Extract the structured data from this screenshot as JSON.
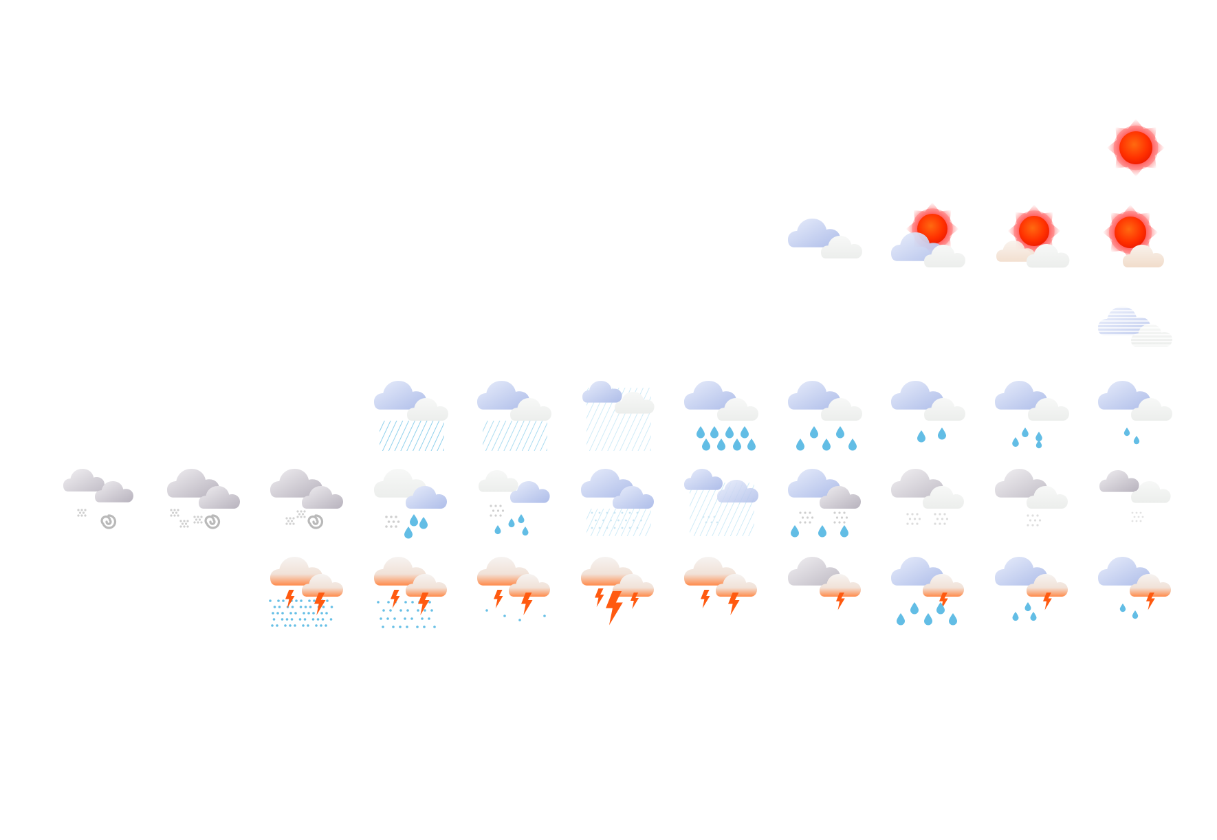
{
  "icons": [
    {
      "row": 0,
      "col": 10,
      "type": "sun-icon"
    },
    {
      "row": 1,
      "col": 7,
      "type": "cloudy-icon"
    },
    {
      "row": 1,
      "col": 8,
      "type": "mostly-cloudy-sun-icon"
    },
    {
      "row": 1,
      "col": 9,
      "type": "partly-cloudy-sun-icon"
    },
    {
      "row": 1,
      "col": 10,
      "type": "mostly-sunny-icon"
    },
    {
      "row": 2,
      "col": 10,
      "type": "fog-icon"
    },
    {
      "row": 3,
      "col": 3,
      "type": "heavy-rain-icon"
    },
    {
      "row": 3,
      "col": 4,
      "type": "rain-streaks-icon"
    },
    {
      "row": 3,
      "col": 5,
      "type": "light-rain-streaks-icon"
    },
    {
      "row": 3,
      "col": 6,
      "type": "heavy-rain-drops-icon"
    },
    {
      "row": 3,
      "col": 7,
      "type": "rain-drops-icon"
    },
    {
      "row": 3,
      "col": 8,
      "type": "light-rain-drops-icon"
    },
    {
      "row": 3,
      "col": 9,
      "type": "drizzle-icon"
    },
    {
      "row": 3,
      "col": 10,
      "type": "light-drizzle-icon"
    },
    {
      "row": 4,
      "col": 0,
      "type": "snow-wind-light-icon"
    },
    {
      "row": 4,
      "col": 1,
      "type": "snow-wind-icon"
    },
    {
      "row": 4,
      "col": 2,
      "type": "snow-wind-moderate-icon"
    },
    {
      "row": 4,
      "col": 3,
      "type": "sleet-icon"
    },
    {
      "row": 4,
      "col": 4,
      "type": "light-sleet-icon"
    },
    {
      "row": 4,
      "col": 5,
      "type": "heavy-snow-rain-icon"
    },
    {
      "row": 4,
      "col": 6,
      "type": "freezing-rain-icon"
    },
    {
      "row": 4,
      "col": 7,
      "type": "snow-rain-icon"
    },
    {
      "row": 4,
      "col": 8,
      "type": "snow-icon"
    },
    {
      "row": 4,
      "col": 9,
      "type": "light-snow-icon"
    },
    {
      "row": 4,
      "col": 10,
      "type": "flurries-icon"
    },
    {
      "row": 5,
      "col": 2,
      "type": "thunder-hail-icon"
    },
    {
      "row": 5,
      "col": 3,
      "type": "thunder-snow-icon"
    },
    {
      "row": 5,
      "col": 4,
      "type": "thunder-light-snow-icon"
    },
    {
      "row": 5,
      "col": 5,
      "type": "severe-thunderstorm-icon"
    },
    {
      "row": 5,
      "col": 6,
      "type": "thunderstorm-icon"
    },
    {
      "row": 5,
      "col": 7,
      "type": "light-thunderstorm-icon"
    },
    {
      "row": 5,
      "col": 8,
      "type": "thunder-rain-icon"
    },
    {
      "row": 5,
      "col": 9,
      "type": "thunder-drizzle-icon"
    },
    {
      "row": 5,
      "col": 10,
      "type": "thunder-light-drizzle-icon"
    }
  ],
  "colors": {
    "sun": "#ff3a00",
    "sun_glow": "#ff5a5a",
    "blue_cloud": "#c6d2f2",
    "white_cloud": "#f2f3f2",
    "gray_cloud": "#c4c0c8",
    "rain": "#6cc0e6",
    "bolt": "#ff5a10"
  }
}
